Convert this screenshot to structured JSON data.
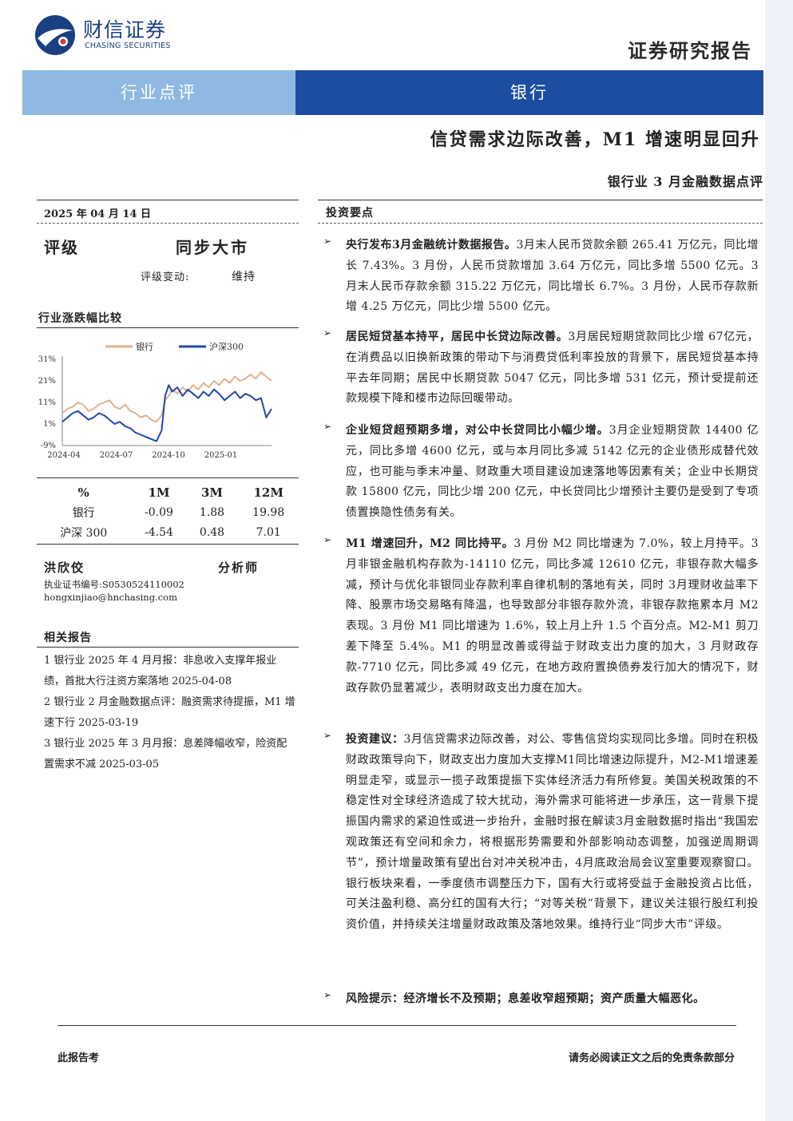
{
  "header": {
    "logo_cn": "财信证券",
    "logo_en": "CHASING SECURITIES",
    "report_type": "证券研究报告"
  },
  "banner": {
    "left": "行业点评",
    "right": "银行"
  },
  "title": "信贷需求边际改善，M1 增速明显回升",
  "subtitle": "银行业 3 月金融数据点评",
  "left": {
    "date": "2025 年 04 月 14 日",
    "rating_label": "评级",
    "rating_value": "同步大市",
    "change_label": "评级变动:",
    "change_value": "维持",
    "chart_title": "行业涨跌幅比较",
    "perf_table": {
      "headers": [
        "%",
        "1M",
        "3M",
        "12M"
      ],
      "rows": [
        {
          "name": "银行",
          "m1": "-0.09",
          "m3": "1.88",
          "m12": "19.98"
        },
        {
          "name": "沪深 300",
          "m1": "-4.54",
          "m3": "0.48",
          "m12": "7.01"
        }
      ]
    },
    "analyst": {
      "name": "洪欣佼",
      "role": "分析师",
      "license": "执业证书编号:S0530524110002",
      "email": "hongxinjiao@hnchasing.com"
    },
    "related_title": "相关报告",
    "related": [
      "1  银行业 2025 年 4 月月报：非息收入支撑年报业绩，首批大行注资方案落地 2025-04-08",
      "2  银行业 2 月金融数据点评：融资需求待提振，M1 增速下行 2025-03-19",
      "3  银行业 2025 年 3 月月报：息差降幅收窄，险资配置需求不减 2025-03-05"
    ]
  },
  "chart_data": {
    "type": "line",
    "title": "",
    "xlabel": "",
    "ylabel": "",
    "ylim": [
      -9,
      31
    ],
    "yticks": [
      "31%",
      "21%",
      "11%",
      "1%",
      "-9%"
    ],
    "ytick_values": [
      31,
      21,
      11,
      1,
      -9
    ],
    "xticks": [
      "2024-04",
      "2024-07",
      "2024-10",
      "2025-01"
    ],
    "xtick_positions": [
      0,
      3,
      6,
      9
    ],
    "xrange": [
      0,
      12
    ],
    "legend_position": "top",
    "series": [
      {
        "name": "银行",
        "color": "#e0b28f",
        "x": [
          0,
          0.3,
          0.6,
          0.9,
          1.2,
          1.5,
          1.8,
          2.1,
          2.4,
          2.7,
          3.0,
          3.3,
          3.6,
          3.9,
          4.2,
          4.5,
          4.8,
          5.1,
          5.4,
          5.7,
          5.9,
          6.1,
          6.3,
          6.6,
          6.9,
          7.2,
          7.5,
          7.8,
          8.1,
          8.4,
          8.7,
          9.0,
          9.3,
          9.6,
          9.9,
          10.2,
          10.5,
          10.8,
          11.1,
          11.4,
          11.7,
          12.0
        ],
        "y": [
          6,
          8,
          9,
          11,
          10,
          7,
          8,
          10,
          11,
          12,
          9,
          8,
          10,
          7,
          6,
          4,
          5,
          3,
          2,
          5,
          12,
          14,
          17,
          15,
          18,
          16,
          19,
          17,
          20,
          18,
          21,
          19,
          22,
          20,
          23,
          21,
          22,
          24,
          22,
          25,
          23,
          21
        ]
      },
      {
        "name": "沪深300",
        "color": "#1f4aa8",
        "x": [
          0,
          0.3,
          0.6,
          0.9,
          1.2,
          1.5,
          1.8,
          2.1,
          2.4,
          2.7,
          3.0,
          3.3,
          3.6,
          3.9,
          4.2,
          4.5,
          4.8,
          5.1,
          5.4,
          5.7,
          5.9,
          6.1,
          6.3,
          6.6,
          6.9,
          7.2,
          7.5,
          7.8,
          8.1,
          8.4,
          8.7,
          9.0,
          9.3,
          9.6,
          9.9,
          10.2,
          10.5,
          10.8,
          11.1,
          11.4,
          11.7,
          12.0
        ],
        "y": [
          2,
          4,
          6,
          7,
          5,
          3,
          4,
          6,
          5,
          3,
          1,
          2,
          0,
          -1,
          -3,
          -4,
          -5,
          -6,
          -7,
          -2,
          14,
          19,
          16,
          18,
          14,
          17,
          15,
          13,
          16,
          14,
          17,
          15,
          12,
          14,
          16,
          13,
          15,
          14,
          12,
          13,
          4,
          8
        ]
      }
    ]
  },
  "invest": {
    "title": "投资要点",
    "bullets": [
      {
        "bold": "央行发布3月金融统计数据报告。",
        "text": "3月末人民币贷款余额 265.41 万亿元，同比增长 7.43%。3 月份，人民币贷款增加 3.64 万亿元，同比多增 5500 亿元。3 月末人民币存款余额 315.22 万亿元，同比增长 6.7%。3 月份，人民币存款新增 4.25 万亿元，同比少增 5500 亿元。"
      },
      {
        "bold": "居民短贷基本持平，居民中长贷边际改善。",
        "text": "3月居民短期贷款同比少增 67亿元，在消费品以旧换新政策的带动下与消费贷低利率投放的背景下，居民短贷基本持平去年同期；居民中长期贷款 5047 亿元，同比多增 531 亿元，预计受提前还款规模下降和楼市边际回暖带动。"
      },
      {
        "bold": "企业短贷超预期多增，对公中长贷同比小幅少增。",
        "text": "3月企业短期贷款 14400 亿元，同比多增 4600 亿元，或与本月同比多减 5142 亿元的企业债形成替代效应，也可能与季末冲量、财政重大项目建设加速落地等因素有关；企业中长期贷款 15800 亿元，同比少增 200 亿元，中长贷同比少增预计主要仍是受到了专项债置换隐性债务有关。"
      },
      {
        "bold": "M1 增速回升，M2 同比持平。",
        "text": "3 月份 M2 同比增速为 7.0%，较上月持平。3 月非银金融机构存款为-14110 亿元，同比多减 12610 亿元，非银存款大幅多减，预计与优化非银同业存款利率自律机制的落地有关，同时 3月理财收益率下降、股票市场交易略有降温，也导致部分非银存款外流，非银存款拖累本月 M2 表现。3 月份 M1 同比增速为 1.6%，较上月上升 1.5 个百分点。M2-M1 剪刀差下降至 5.4%。M1 的明显改善或得益于财政支出力度的加大，3 月财政存款-7710 亿元，同比多减 49 亿元，在地方政府置换债券发行加大的情况下，财政存款仍显著减少，表明财政支出力度在加大。"
      },
      {
        "bold": "投资建议：",
        "text": "3月信贷需求边际改善，对公、零售信贷均实现同比多增。同时在积极财政政策导向下，财政支出力度加大支撑M1同比增速边际提升，M2-M1增速差明显走窄，或显示一揽子政策提振下实体经济活力有所修复。美国关税政策的不稳定性对全球经济造成了较大扰动，海外需求可能将进一步承压，这一背景下提振国内需求的紧迫性或进一步抬升，金融时报在解读3月金融数据时指出“我国宏观政策还有空间和余力，将根据形势需要和外部影响动态调整，加强逆周期调节”，预计增量政策有望出台对冲关税冲击，4月底政治局会议室重要观察窗口。银行板块来看，一季度债市调整压力下，国有大行或将受益于金融投资占比低，可关注盈利稳、高分红的国有大行；“对等关税”背景下，建议关注银行股红利投资价值，并持续关注增量财政政策及落地效果。维持行业“同步大市”评级。"
      },
      {
        "bold": "风险提示：经济增长不及预期；息差收窄超预期；资产质量大幅恶化。",
        "text": ""
      }
    ]
  },
  "footer": {
    "left": "此报告考",
    "right": "请务必阅读正文之后的免责条款部分"
  },
  "colors": {
    "brand": "#1d4da0",
    "banner_light": "#8fb8e2"
  }
}
